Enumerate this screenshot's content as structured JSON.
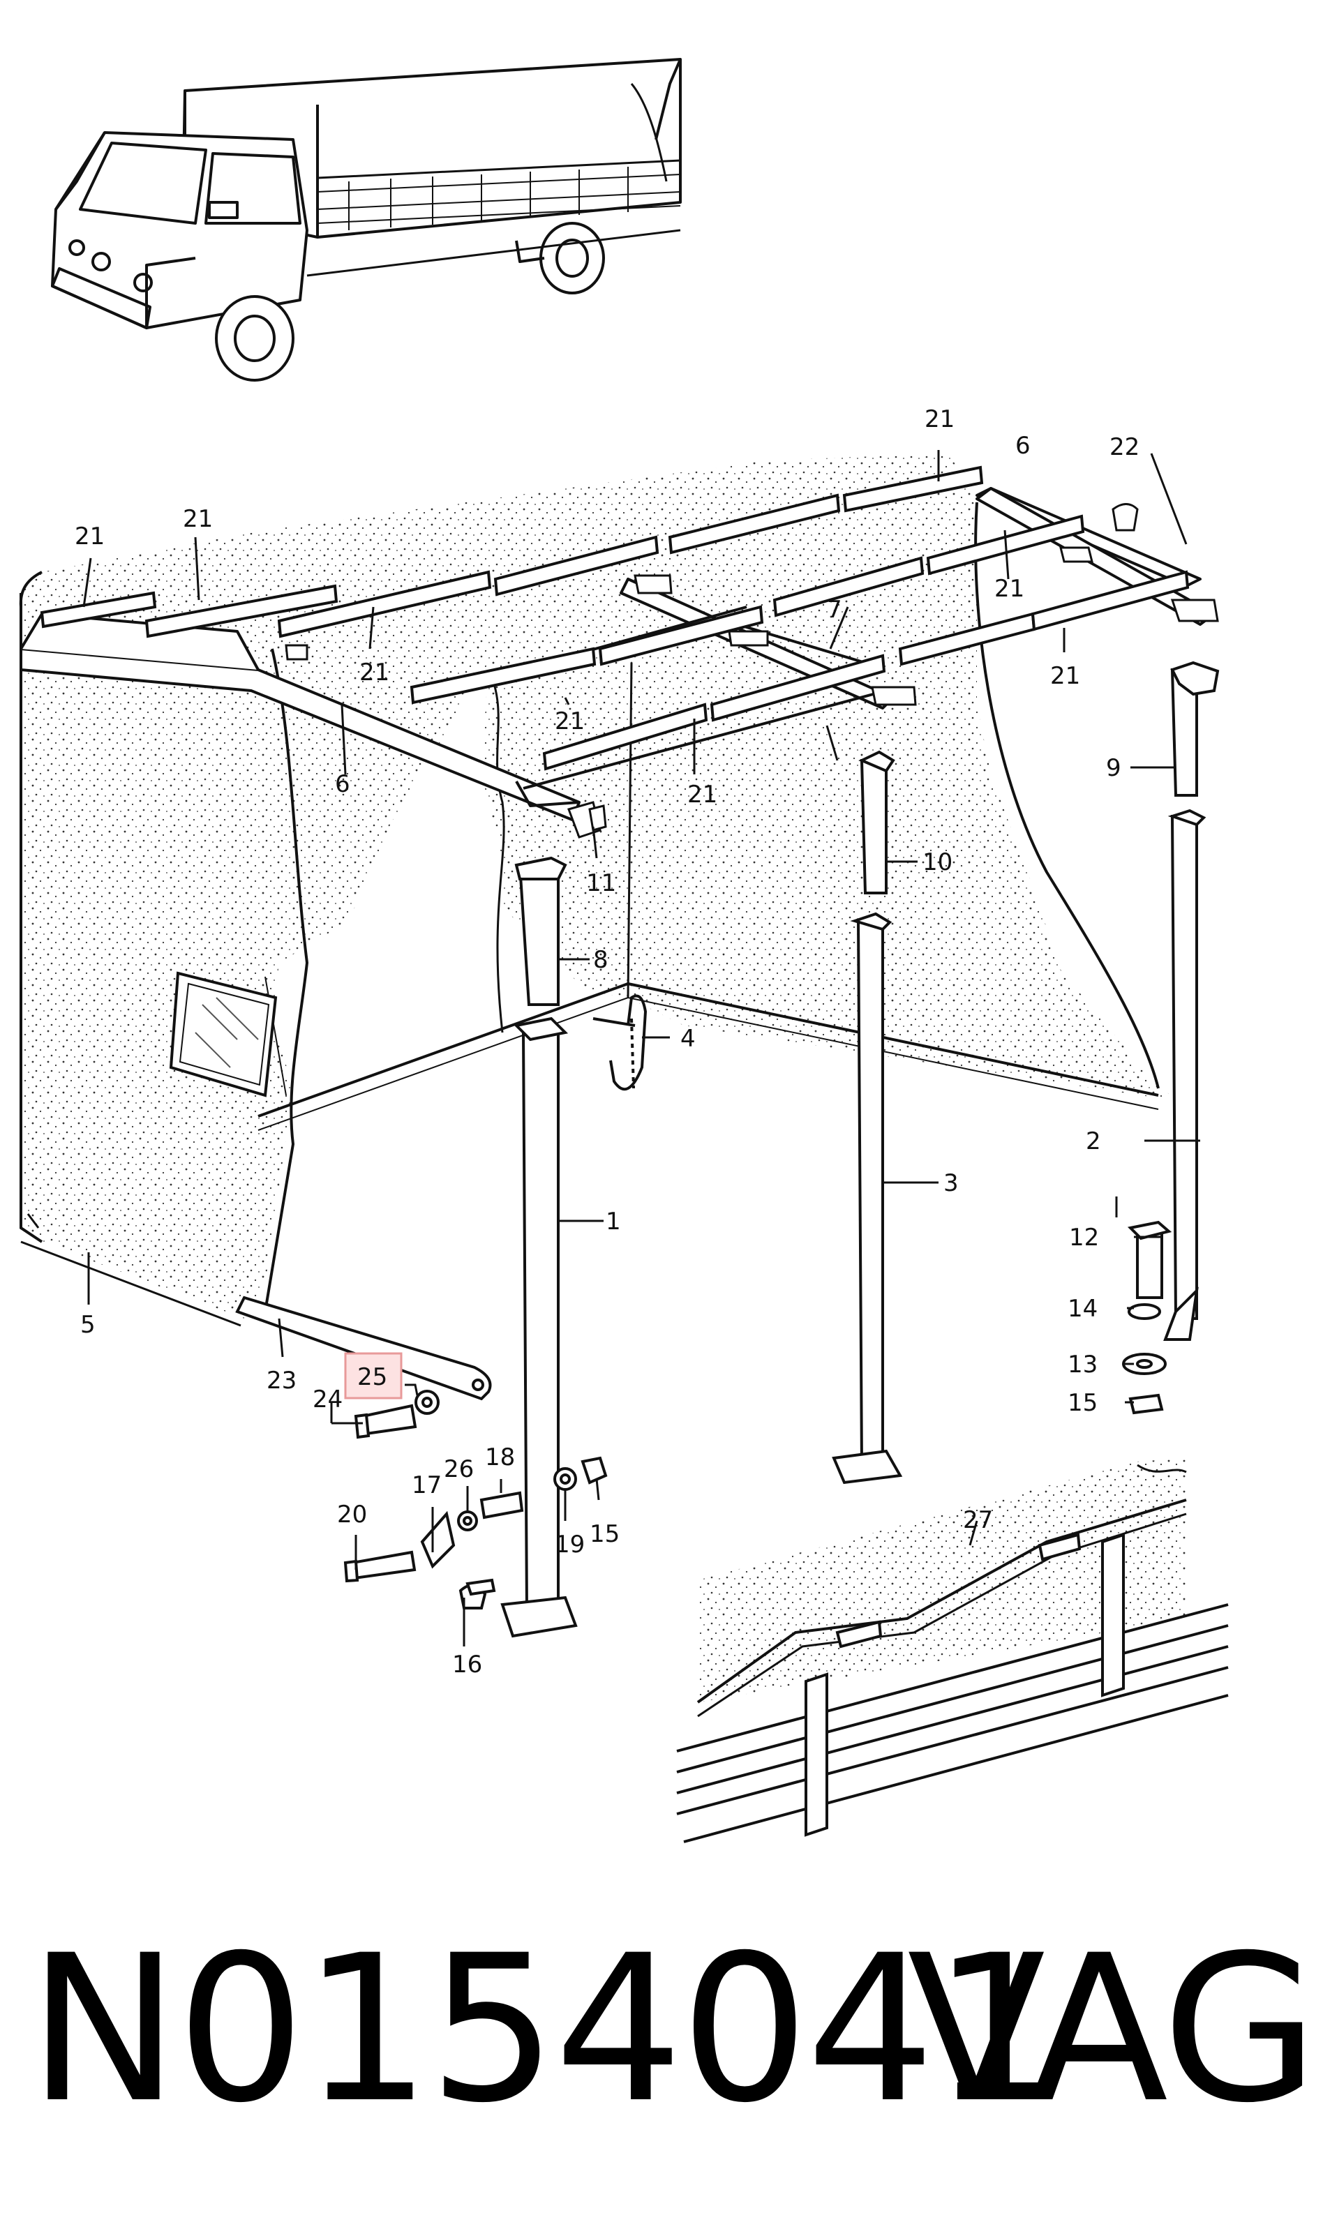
{
  "footer": {
    "part_number": "N0154041",
    "brand": "VAG"
  },
  "highlighted_callout": "25",
  "colors": {
    "highlight_fill": "#fde2e2",
    "highlight_stroke": "#e89a9a",
    "ink": "#111111"
  },
  "callouts": {
    "c1": "1",
    "c2": "2",
    "c3": "3",
    "c4": "4",
    "c5": "5",
    "c6a": "6",
    "c6b": "6",
    "c7": "7",
    "c8": "8",
    "c9": "9",
    "c10": "10",
    "c11": "11",
    "c12": "12",
    "c13": "13",
    "c14": "14",
    "c15a": "15",
    "c15b": "15",
    "c16": "16",
    "c17": "17",
    "c18": "18",
    "c19": "19",
    "c20": "20",
    "c21a": "21",
    "c21b": "21",
    "c21c": "21",
    "c21d": "21",
    "c21e": "21",
    "c21f": "21",
    "c21g": "21",
    "c21h": "21",
    "c22": "22",
    "c23": "23",
    "c24": "24",
    "c25": "25",
    "c26": "26",
    "c27": "27"
  }
}
